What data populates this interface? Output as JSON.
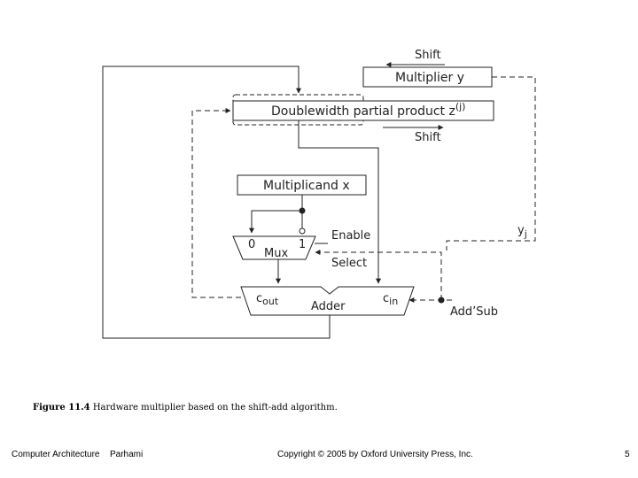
{
  "diagram": {
    "shift_top": "Shift",
    "multiplier_label": "Multiplier y",
    "partial_product_label": "Doublewidth partial product z",
    "partial_product_sup": "(j)",
    "shift_bottom": "Shift",
    "multiplicand_label": "Multiplicand x",
    "mux_label": "Mux",
    "mux_in0": "0",
    "mux_in1": "1",
    "enable_label": "Enable",
    "select_label": "Select",
    "yj_label": "y",
    "yj_sub": "j",
    "adder_label": "Adder",
    "cout_label": "c",
    "cout_sub": "out",
    "cin_label": "c",
    "cin_sub": "in",
    "addsub_label": "Add’Sub"
  },
  "caption": {
    "number": "Figure 11.4",
    "text": "Hardware multiplier based on the shift-add algorithm."
  },
  "footer": {
    "course": "Computer Architecture",
    "author": "Parhami",
    "copyright": "Copyright © 2005 by Oxford University Press, Inc.",
    "page": "5"
  }
}
